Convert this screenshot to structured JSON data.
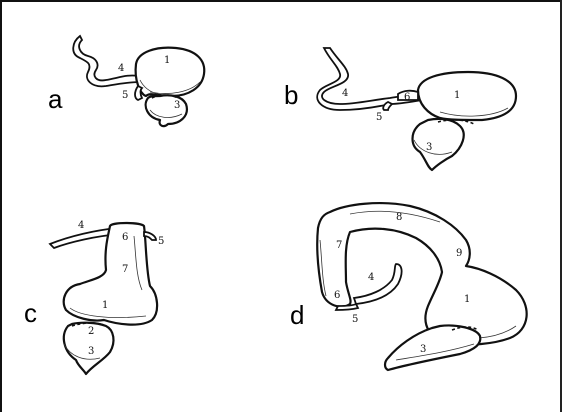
{
  "panels": {
    "a": {
      "letter": "a",
      "labels": {
        "n1": "1",
        "n3": "3",
        "n4": "4",
        "n5": "5"
      }
    },
    "b": {
      "letter": "b",
      "labels": {
        "n1": "1",
        "n3": "3",
        "n4": "4",
        "n5": "5",
        "n6": "6"
      }
    },
    "c": {
      "letter": "c",
      "labels": {
        "n1": "1",
        "n2": "2",
        "n3": "3",
        "n4": "4",
        "n5": "5",
        "n6": "6",
        "n7": "7"
      }
    },
    "d": {
      "letter": "d",
      "labels": {
        "n1": "1",
        "n3": "3",
        "n4": "4",
        "n5": "5",
        "n6": "6",
        "n7": "7",
        "n8": "8",
        "n9": "9"
      }
    }
  }
}
